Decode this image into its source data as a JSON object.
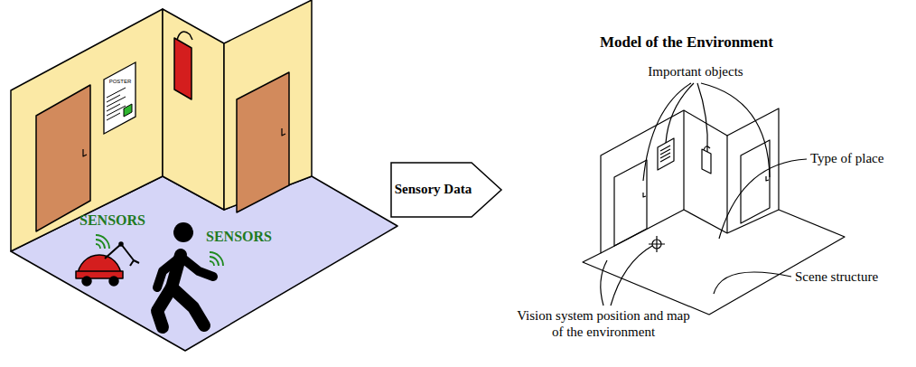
{
  "diagram": {
    "title": "Model of the Environment",
    "nodes": [
      {
        "text": [
          "POSTER"
        ]
      },
      {
        "text": [
          "Sensory Data"
        ]
      }
    ],
    "labels": [
      "SENSORS",
      "SENSORS",
      "Important objects",
      "Type of place",
      "Scene structure",
      "Vision system position and map of the environment"
    ]
  }
}
